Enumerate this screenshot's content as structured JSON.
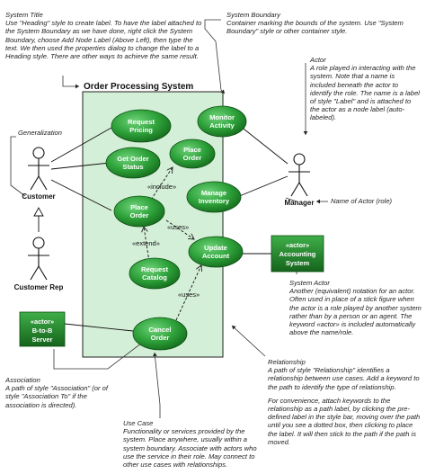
{
  "diagram": {
    "system_title": "Order Processing System",
    "actors": {
      "customer": "Customer",
      "customer_rep": "Customer Rep",
      "manager": "Manager"
    },
    "actor_boxes": {
      "b2b_stereotype": "«actor»",
      "b2b_line1": "B-to-B",
      "b2b_line2": "Server",
      "accounting_stereotype": "«actor»",
      "accounting_line1": "Accounting",
      "accounting_line2": "System"
    },
    "use_cases": {
      "request_pricing": [
        "Request",
        "Pricing"
      ],
      "get_order_status": [
        "Get Order",
        "Status"
      ],
      "place_order_top": [
        "Place",
        "Order"
      ],
      "monitor_activity": [
        "Monitor",
        "Activity"
      ],
      "manage_inventory": [
        "Manage",
        "Inventory"
      ],
      "place_order": [
        "Place",
        "Order"
      ],
      "update_account": [
        "Update",
        "Account"
      ],
      "request_catalog": [
        "Request",
        "Catalog"
      ],
      "cancel_order": [
        "Cancel",
        "Order"
      ]
    },
    "relationship_labels": {
      "include": "«include»",
      "extend": "«extend»",
      "uses1": "«uses»",
      "uses2": "«uses»"
    },
    "colors": {
      "system_fill": "#d6f0d9",
      "usecase_green": "#1f8a2a",
      "actor_box_green": "#1e7a25"
    }
  },
  "notes": {
    "system_title": {
      "heading": "System Title",
      "body": "Use \"Heading\" style to create label. To have the label attached to the System Boundary as we have done, right click the System Boundary, choose Add Node Label (Above Left), then type the text. We then used the properties dialog to change the label to a Heading style. There are other ways to achieve the same result."
    },
    "system_boundary": {
      "heading": "System Boundary",
      "body": "Container marking the bounds of the system. Use \"System Boundary\" style or other container style."
    },
    "actor": {
      "heading": "Actor",
      "body": "A role played in interacting with the system. Note that a name is included beneath the actor to identify the role. The name is a label of style \"Label\" and is attached to the actor as a node label (auto-labeled)."
    },
    "generalization": {
      "heading": "Generalization",
      "body": ""
    },
    "name_of_actor": {
      "heading": "Name of Actor (role)",
      "body": ""
    },
    "system_actor": {
      "heading": "System Actor",
      "body": "Another (equivalent) notation for an actor. Often used in place of a stick figure when the actor is a role played by another system rather than by a person or an agent. The keyword «actor» is included automatically above the name/role."
    },
    "association": {
      "heading": "Association",
      "body": "A path of style \"Association\" (or of style \"Association To\" if the association is directed)."
    },
    "relationship": {
      "heading": "Relationship",
      "body": "A path of style \"Relationship\" identifies a relationship between use cases. Add a keyword to the path to identify the type of relationship."
    },
    "relationship_extra": {
      "body": "For convenience, attach keywords to the relationship as a path label, by clicking the pre-defined label in the style bar, moving over the path until you see a dotted box, then clicking to place the label. It will then stick to the path if the path is moved."
    },
    "use_case": {
      "heading": "Use Case",
      "body": "Functionality or services provided by the system. Place anywhere, usually within a system boundary. Associate with actors who use the service in their role. May connect to other use cases with relationships."
    }
  }
}
